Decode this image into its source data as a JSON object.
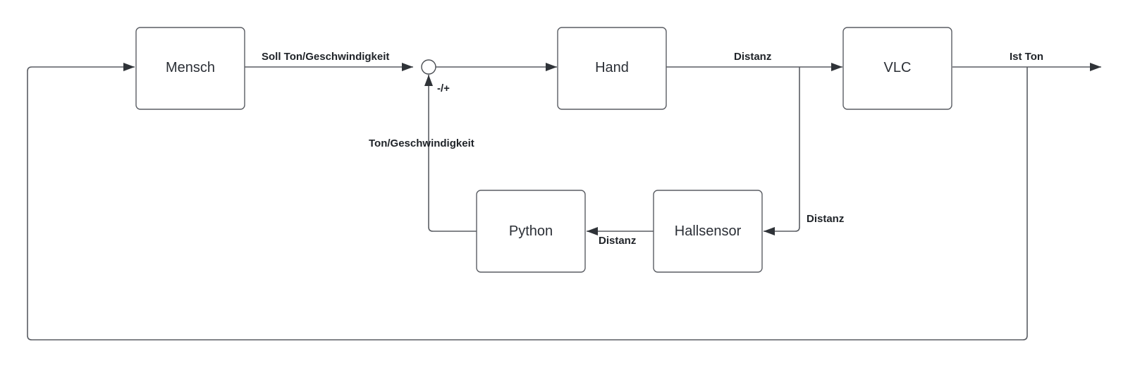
{
  "diagram": {
    "type": "control-loop-block-diagram",
    "blocks": [
      {
        "id": "mensch",
        "label": "Mensch"
      },
      {
        "id": "hand",
        "label": "Hand"
      },
      {
        "id": "vlc",
        "label": "VLC"
      },
      {
        "id": "python",
        "label": "Python"
      },
      {
        "id": "hallsensor",
        "label": "Hallsensor"
      }
    ],
    "summing_junction": {
      "sign_label": "-/+"
    },
    "edges": [
      {
        "from": "mensch",
        "to": "junction",
        "label": "Soll Ton/Geschwindigkeit"
      },
      {
        "from": "junction",
        "to": "hand",
        "label": ""
      },
      {
        "from": "hand",
        "to": "vlc",
        "label": "Distanz"
      },
      {
        "from": "hand-vlc-branch",
        "to": "hallsensor",
        "label": "Distanz"
      },
      {
        "from": "hallsensor",
        "to": "python",
        "label": "Distanz"
      },
      {
        "from": "python",
        "to": "junction",
        "label": "Ton/Geschwindigkeit"
      },
      {
        "from": "vlc",
        "to": "output",
        "label": "Ist Ton"
      },
      {
        "from": "vlc-output-branch",
        "to": "mensch",
        "label": ""
      }
    ]
  }
}
